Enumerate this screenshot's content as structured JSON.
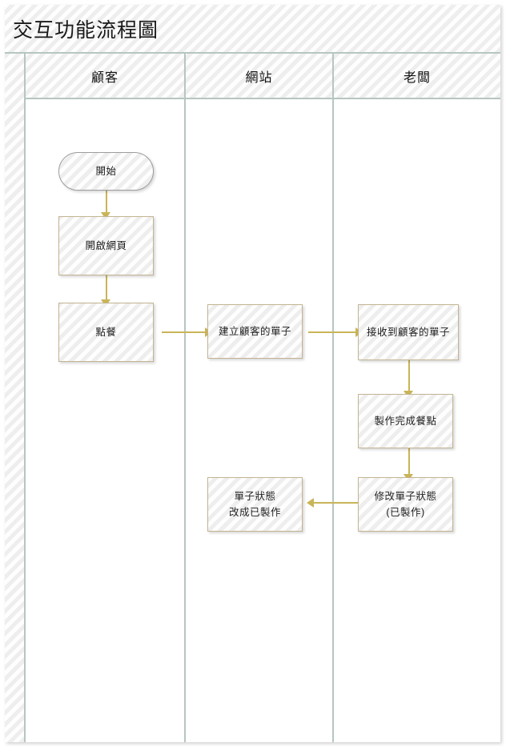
{
  "diagram": {
    "title": "交互功能流程圖",
    "type": "swimlane-flowchart",
    "accent_color": "#c9b458",
    "frame_color": "#b6c6c1",
    "node_border_color": "#c3b492",
    "lane_fill": "#eeeeee",
    "body_fill": "#ffffff"
  },
  "lanes": [
    {
      "id": "customer",
      "label": "顧客"
    },
    {
      "id": "website",
      "label": "網站"
    },
    {
      "id": "owner",
      "label": "老闆"
    }
  ],
  "nodes": [
    {
      "id": "start",
      "lane": "customer",
      "shape": "terminal",
      "label": "開始"
    },
    {
      "id": "open-page",
      "lane": "customer",
      "shape": "process",
      "label": "開啟網頁"
    },
    {
      "id": "order-food",
      "lane": "customer",
      "shape": "process",
      "label": "點餐"
    },
    {
      "id": "create-order",
      "lane": "website",
      "shape": "process",
      "label": "建立顧客的單子"
    },
    {
      "id": "receive-order",
      "lane": "owner",
      "shape": "process",
      "label": "接收到顧客的單子"
    },
    {
      "id": "make-meal",
      "lane": "owner",
      "shape": "process",
      "label": "製作完成餐點"
    },
    {
      "id": "update-status",
      "lane": "owner",
      "shape": "process",
      "label": "修改單子狀態\n(已製作)"
    },
    {
      "id": "status-changed",
      "lane": "website",
      "shape": "process",
      "label": "單子狀態\n改成已製作"
    }
  ],
  "edges": [
    {
      "from": "start",
      "to": "open-page",
      "direction": "down"
    },
    {
      "from": "open-page",
      "to": "order-food",
      "direction": "down"
    },
    {
      "from": "order-food",
      "to": "create-order",
      "direction": "right"
    },
    {
      "from": "create-order",
      "to": "receive-order",
      "direction": "right"
    },
    {
      "from": "receive-order",
      "to": "make-meal",
      "direction": "down"
    },
    {
      "from": "make-meal",
      "to": "update-status",
      "direction": "down"
    },
    {
      "from": "update-status",
      "to": "status-changed",
      "direction": "left"
    }
  ]
}
